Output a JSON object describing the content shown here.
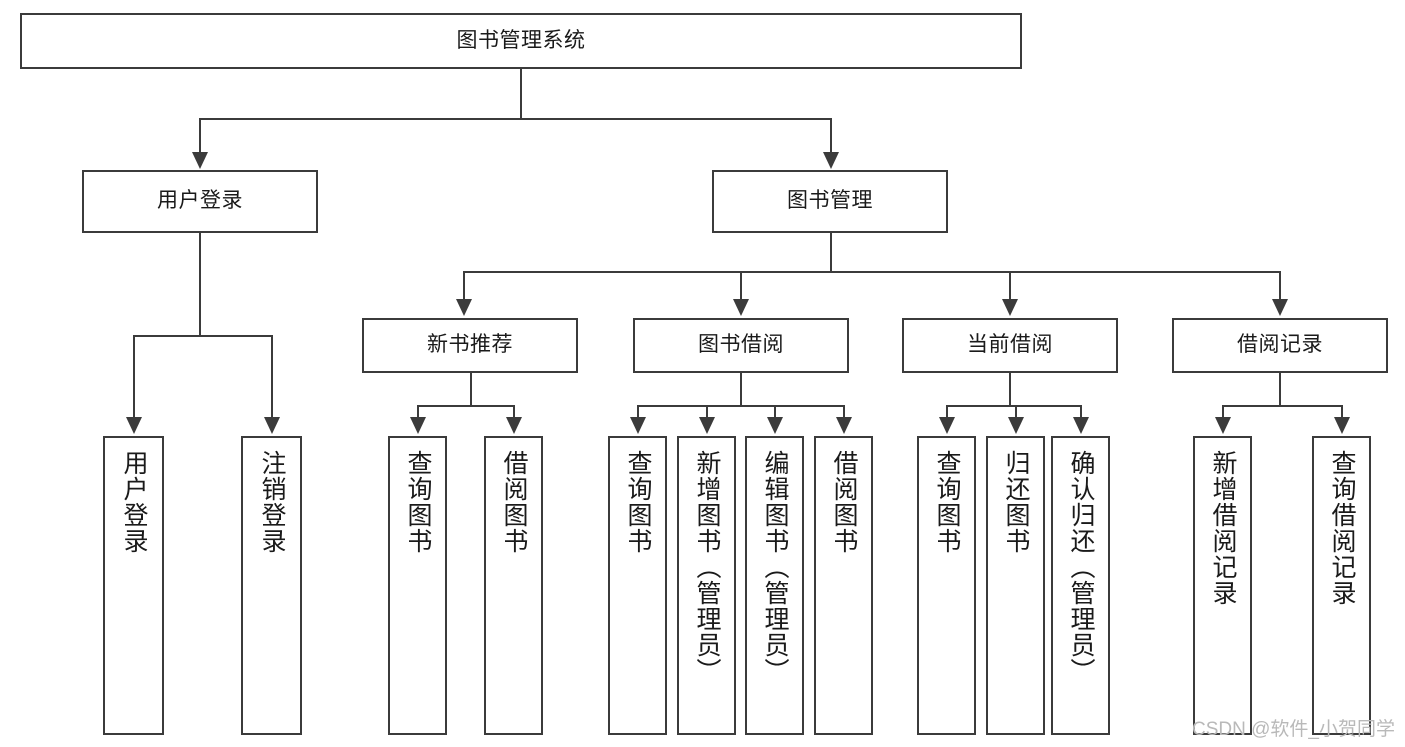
{
  "diagram": {
    "type": "tree-hierarchy",
    "title": "图书管理系统",
    "watermark": "CSDN @软件_小贺同学",
    "colors": {
      "box_border": "#3b3b3b",
      "box_fill": "#ffffff",
      "connector": "#3b3b3b",
      "text": "#1a1a1a",
      "watermark": "#b9b9b9",
      "background": "#ffffff"
    },
    "root": {
      "label": "图书管理系统"
    },
    "level2": [
      {
        "label": "用户登录"
      },
      {
        "label": "图书管理"
      }
    ],
    "level3": [
      {
        "label": "新书推荐"
      },
      {
        "label": "图书借阅"
      },
      {
        "label": "当前借阅"
      },
      {
        "label": "借阅记录"
      }
    ],
    "leaves": {
      "user_login": [
        {
          "label": "用户登录"
        },
        {
          "label": "注销登录"
        }
      ],
      "new_book_recommend": [
        {
          "label": "查询图书"
        },
        {
          "label": "借阅图书"
        }
      ],
      "book_borrow": [
        {
          "label": "查询图书"
        },
        {
          "label": "新增图书（管理员）"
        },
        {
          "label": "编辑图书（管理员）"
        },
        {
          "label": "借阅图书"
        }
      ],
      "current_borrow": [
        {
          "label": "查询图书"
        },
        {
          "label": "归还图书"
        },
        {
          "label": "确认归还（管理员）"
        }
      ],
      "borrow_record": [
        {
          "label": "新增借阅记录"
        },
        {
          "label": "查询借阅记录"
        }
      ]
    }
  }
}
